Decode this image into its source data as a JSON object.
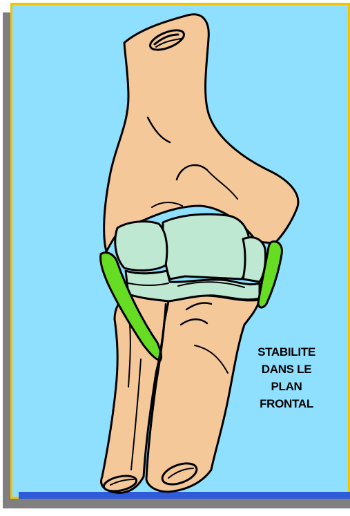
{
  "caption": {
    "lines": [
      "STABILITE",
      "DANS LE",
      "PLAN",
      "FRONTAL"
    ]
  },
  "colors": {
    "background": "#8fe0ff",
    "frame_border": "#f3c300",
    "bottom_bar": "#2f5bd8",
    "bone": "#f5c89a",
    "cartilage": "#bfe8d2",
    "ligament": "#66dd22",
    "outline": "#000000",
    "shadow": "#7f7f7f"
  },
  "illustration": {
    "subject": "elbow-joint",
    "icons": [
      "humerus-bone",
      "radius-bone",
      "ulna-bone",
      "lateral-ligament",
      "medial-ligament",
      "articular-cartilage"
    ]
  }
}
